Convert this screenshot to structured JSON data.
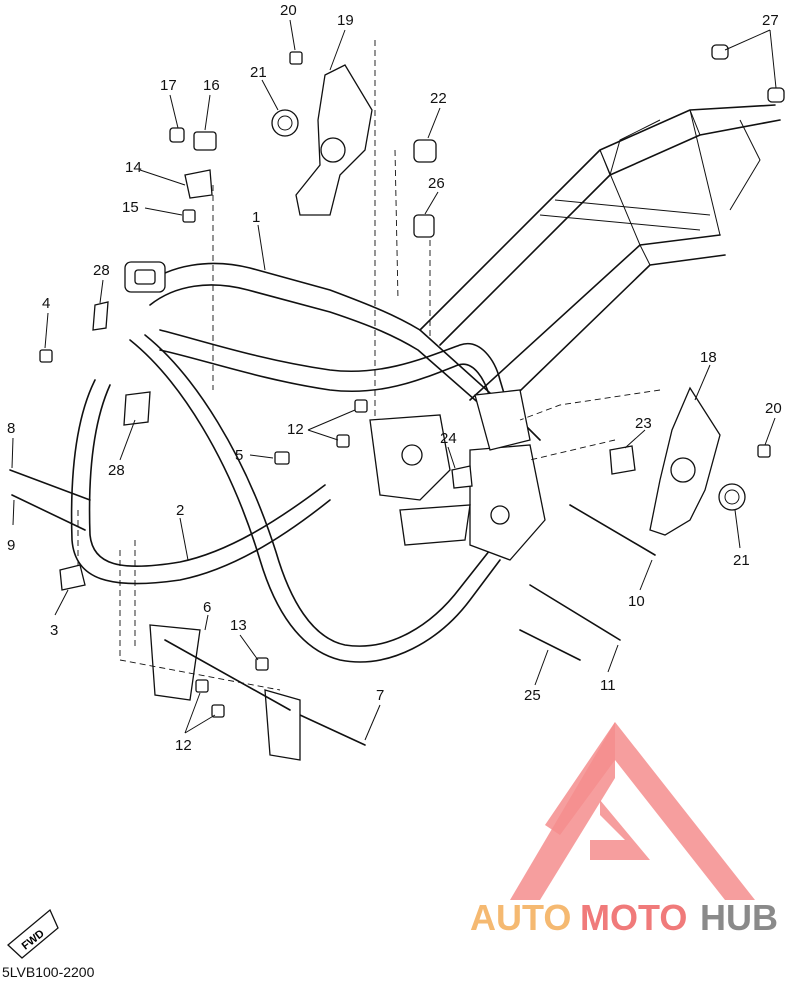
{
  "diagram": {
    "part_code": "5LVB100-2200",
    "fwd_label": "FWD",
    "callouts": [
      {
        "id": "c1",
        "num": "1"
      },
      {
        "id": "c2",
        "num": "2"
      },
      {
        "id": "c3",
        "num": "3"
      },
      {
        "id": "c4",
        "num": "4"
      },
      {
        "id": "c5",
        "num": "5"
      },
      {
        "id": "c6",
        "num": "6"
      },
      {
        "id": "c7",
        "num": "7"
      },
      {
        "id": "c8",
        "num": "8"
      },
      {
        "id": "c9",
        "num": "9"
      },
      {
        "id": "c10",
        "num": "10"
      },
      {
        "id": "c11",
        "num": "11"
      },
      {
        "id": "c12a",
        "num": "12"
      },
      {
        "id": "c12b",
        "num": "12"
      },
      {
        "id": "c13",
        "num": "13"
      },
      {
        "id": "c14",
        "num": "14"
      },
      {
        "id": "c15",
        "num": "15"
      },
      {
        "id": "c16",
        "num": "16"
      },
      {
        "id": "c17",
        "num": "17"
      },
      {
        "id": "c18",
        "num": "18"
      },
      {
        "id": "c19",
        "num": "19"
      },
      {
        "id": "c20a",
        "num": "20"
      },
      {
        "id": "c20b",
        "num": "20"
      },
      {
        "id": "c21a",
        "num": "21"
      },
      {
        "id": "c21b",
        "num": "21"
      },
      {
        "id": "c22",
        "num": "22"
      },
      {
        "id": "c23",
        "num": "23"
      },
      {
        "id": "c24",
        "num": "24"
      },
      {
        "id": "c25",
        "num": "25"
      },
      {
        "id": "c26",
        "num": "26"
      },
      {
        "id": "c27",
        "num": "27"
      },
      {
        "id": "c28a",
        "num": "28"
      },
      {
        "id": "c28b",
        "num": "28"
      }
    ]
  },
  "watermark": {
    "part1": "AUTO",
    "part2": "MOTO",
    "part3": "HUB",
    "color_orange": "#f5b971",
    "color_red": "#f07a7a",
    "color_gray": "#8a8a8a"
  }
}
